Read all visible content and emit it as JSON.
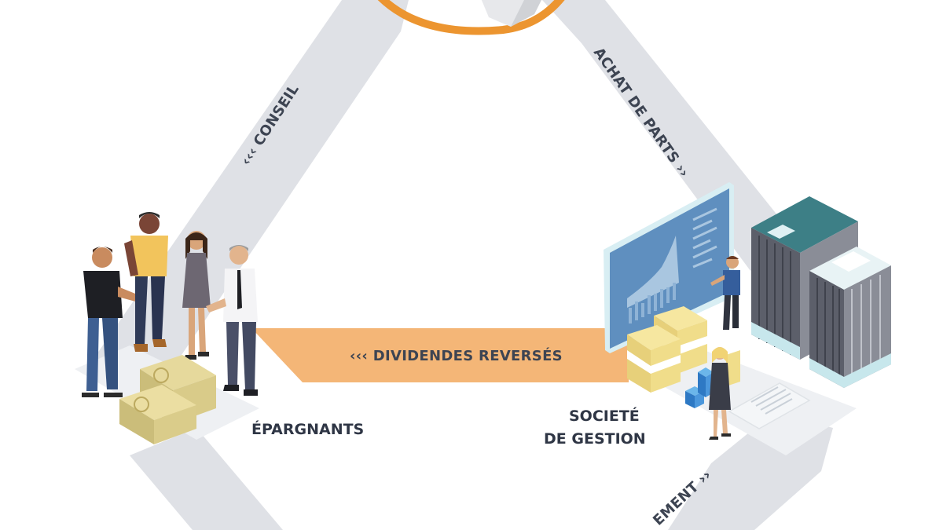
{
  "bands": {
    "conseil": "‹‹‹ CONSEIL",
    "achat": "ACHAT DE PARTS ››",
    "dividendes": "‹‹‹ DIVIDENDES REVERSÉS",
    "bottom_right": "EMENT ››"
  },
  "actors": {
    "epargnants": "ÉPARGNANTS",
    "societe_line1": "SOCIETÉ",
    "societe_line2": "DE GESTION"
  },
  "colors": {
    "band_gray": "#dfe1e6",
    "band_orange": "#f4b677",
    "accent_orange": "#ec9530",
    "label_dark": "#2f3645",
    "screen_blue": "#5f8fbf",
    "building_teal": "#3d7f86",
    "money_gold": "#d7c887"
  },
  "icons": [
    "euro-banknote-stack-icon",
    "analytics-screen-icon",
    "office-building-icon",
    "folder-box-icon",
    "document-icon",
    "people-group-icon"
  ]
}
